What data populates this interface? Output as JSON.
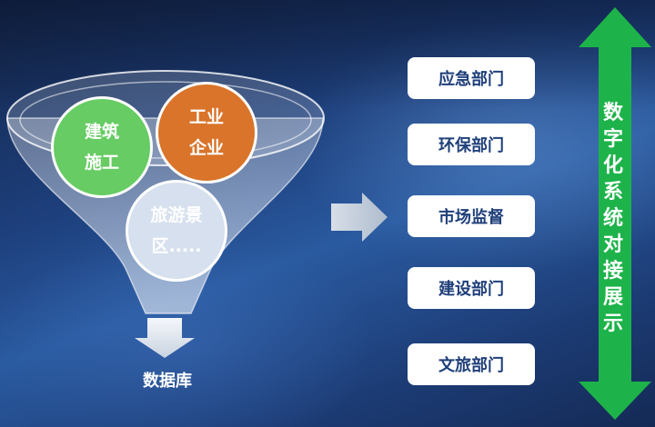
{
  "funnel": {
    "circles": [
      "建筑\n施工",
      "工业\n企业",
      "旅游景\n区....."
    ],
    "output_label": "数据库"
  },
  "departments": [
    "应急部门",
    "环保部门",
    "市场监督",
    "建设部门",
    "文旅部门"
  ],
  "side_banner": "数字化系统对接展示",
  "colors": {
    "green_circle": "#66cc63",
    "orange_circle": "#d9742a",
    "light_circle": "#d6e0ee",
    "arrow_green": "#1db34a",
    "dept_text": "#1f3f7a"
  }
}
